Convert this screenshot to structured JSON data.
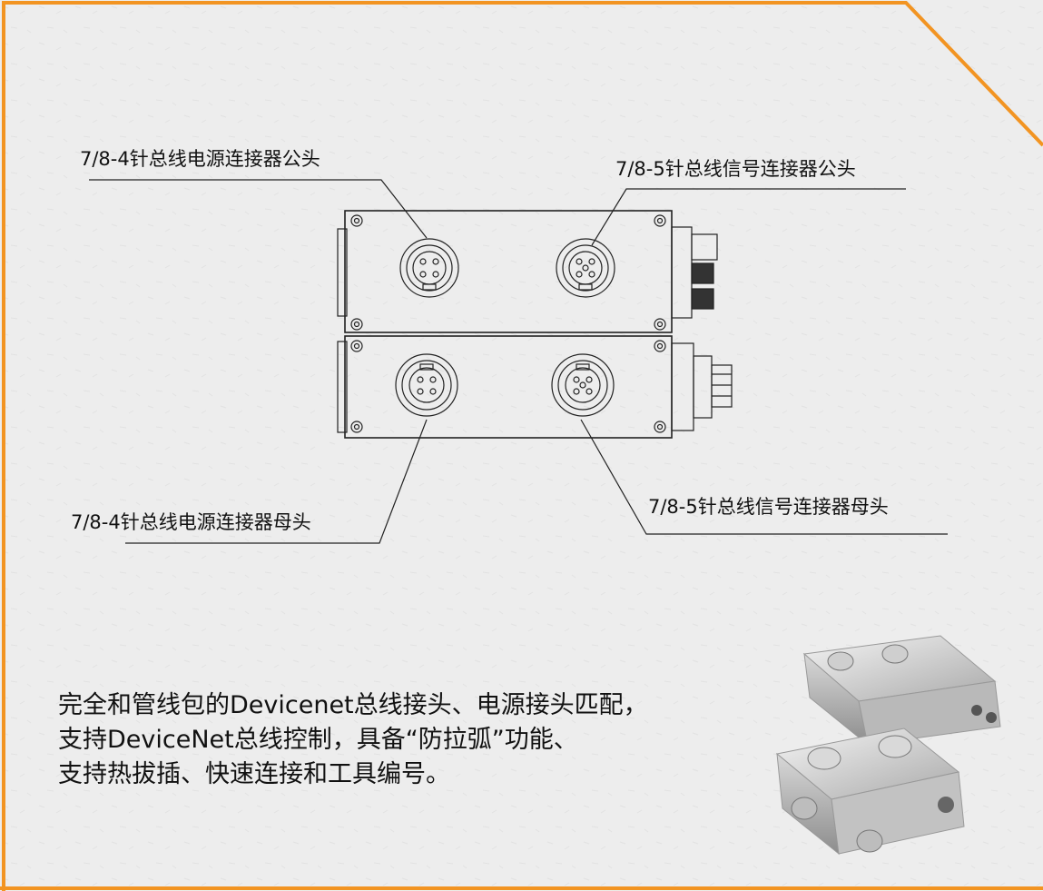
{
  "colors": {
    "frame": "#f29422",
    "background": "#ececec",
    "line": "#222222"
  },
  "labels": {
    "power_male": "7/8-4针总线电源连接器公头",
    "signal_male": "7/8-5针总线信号连接器公头",
    "power_female": "7/8-4针总线电源连接器母头",
    "signal_female": "7/8-5针总线信号连接器母头"
  },
  "description": {
    "line1": "完全和管线包的Devicenet总线接头、电源接头匹配，",
    "line2": "支持DeviceNet总线控制，具备“防拉弧”功能、",
    "line3": "支持热拔插、快速连接和工具编号。"
  },
  "icons": {
    "drawing": "connector-module-line-drawing",
    "photo": "connector-module-render-icon"
  }
}
